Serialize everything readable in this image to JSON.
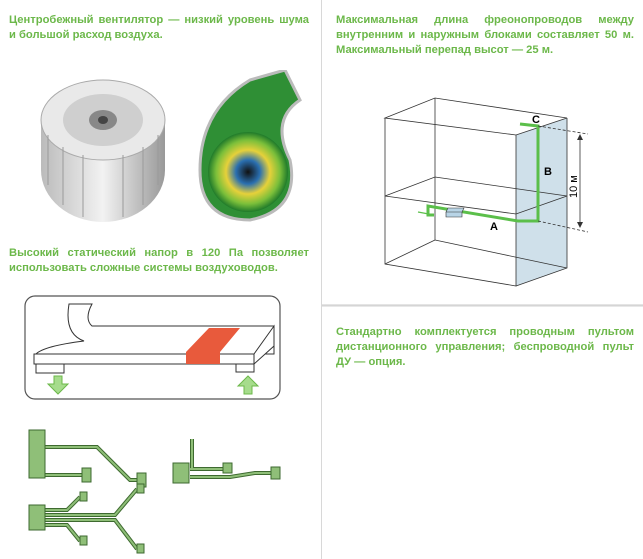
{
  "left": {
    "fan_caption": "Центробежный вентилятор — низкий уровень шума и большой расход воздуха.",
    "pressure_caption": "Высокий статический напор в 120 Па позволяет использовать сложные системы воздуховодов."
  },
  "right": {
    "pipe_caption": "Максимальная длина фреонопроводов между внутренним и наружным блоками составляет 50 м. Максимальный перепад высот — 25 м.",
    "diagram": {
      "label_a": "A",
      "label_b": "B",
      "label_c": "C",
      "height_label": "10 м"
    },
    "remote_caption": "Стандартно комплектуется проводным пультом дистанционного управления; беспроводной пульт ДУ — опция."
  },
  "colors": {
    "accent": "#6cb84a",
    "pipe": "#5bbf4a",
    "heat": "#e85a3c",
    "duct": "#8fbf78"
  }
}
